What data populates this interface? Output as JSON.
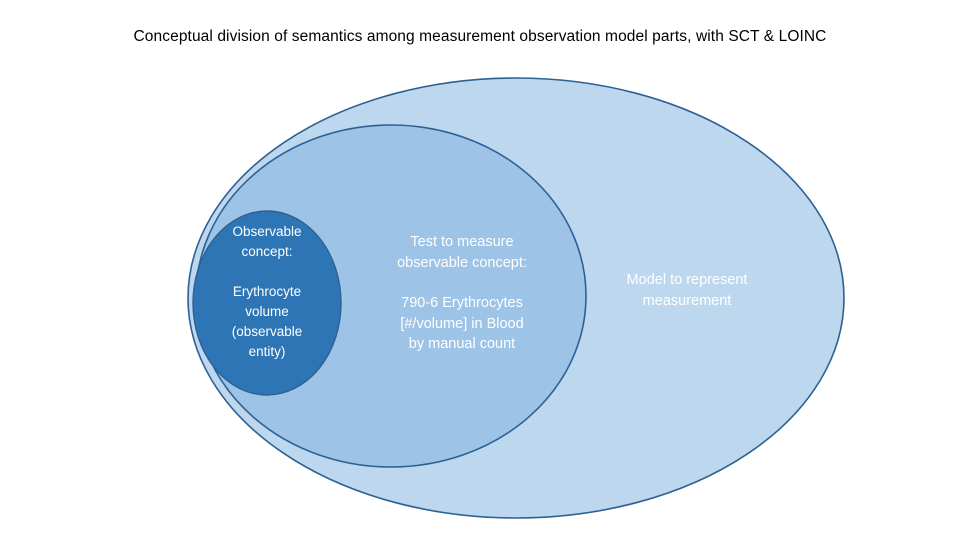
{
  "slide": {
    "title": "Conceptual division of semantics among measurement observation model parts, with SCT & LOINC",
    "background_color": "#FFFFFF"
  },
  "diagram": {
    "type": "nested-venn",
    "regions": [
      {
        "id": "outer",
        "name": "model-to-represent-measurement",
        "shape": "ellipse",
        "fill_color": "#BDD7EE",
        "stroke_color": "#2E6193",
        "text_color": "#FFFFFF",
        "heading": "Model to represent",
        "subheading": "measurement",
        "body": ""
      },
      {
        "id": "middle",
        "name": "test-to-measure-observable-concept",
        "shape": "ellipse",
        "fill_color": "#9DC3E6",
        "stroke_color": "#2E6193",
        "text_color": "#FFFFFF",
        "heading": "Test to measure",
        "subheading": "observable concept:",
        "body": "790-6 Erythrocytes [#/volume] in Blood by manual count"
      },
      {
        "id": "inner",
        "name": "observable-concept",
        "shape": "ellipse",
        "fill_color": "#2E75B6",
        "stroke_color": "#2E6193",
        "text_color": "#FFFFFF",
        "heading": "Observable",
        "subheading": "concept:",
        "body": "Erythrocyte volume (observable entity)"
      }
    ]
  },
  "labels": {
    "outer": {
      "line1": "Model to represent",
      "line2": "measurement"
    },
    "middle": {
      "line1": "Test to measure",
      "line2": "observable concept:",
      "line3": "790-6 Erythrocytes",
      "line4": "[#/volume] in Blood",
      "line5": "by manual count"
    },
    "inner": {
      "line1": "Observable",
      "line2": "concept:",
      "line3": "Erythrocyte",
      "line4": "volume",
      "line5": "(observable",
      "line6": "entity)"
    }
  }
}
